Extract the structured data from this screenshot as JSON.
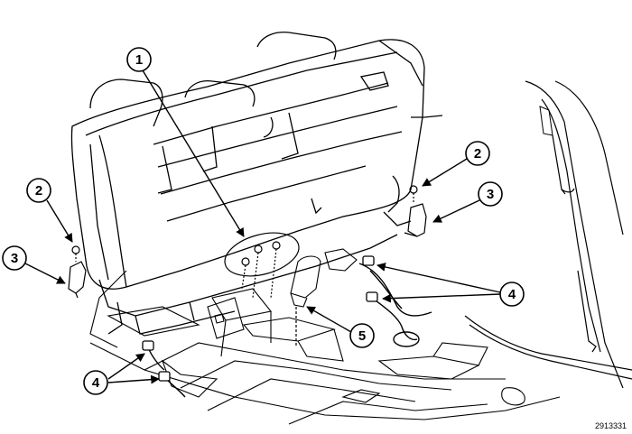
{
  "figure": {
    "id": "2913331"
  },
  "callouts": [
    {
      "key": "c1",
      "label": "1"
    },
    {
      "key": "c2a",
      "label": "2"
    },
    {
      "key": "c2b",
      "label": "2"
    },
    {
      "key": "c3a",
      "label": "3"
    },
    {
      "key": "c3b",
      "label": "3"
    },
    {
      "key": "c4a",
      "label": "4"
    },
    {
      "key": "c4b",
      "label": "4"
    },
    {
      "key": "c5",
      "label": "5"
    }
  ]
}
